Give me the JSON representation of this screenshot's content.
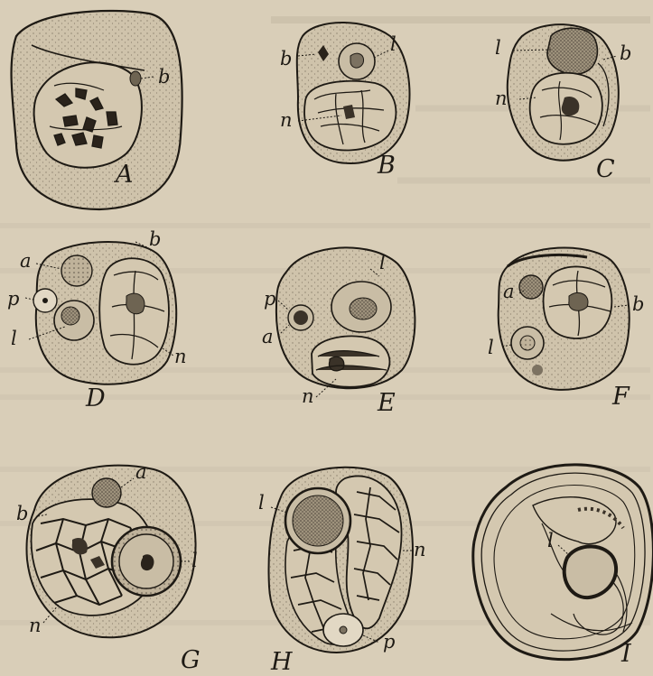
{
  "figure": {
    "panels": [
      {
        "id": "A",
        "caption": "A",
        "labels": [
          {
            "key": "b",
            "text": "b"
          }
        ]
      },
      {
        "id": "B",
        "caption": "B",
        "labels": [
          {
            "key": "b",
            "text": "b"
          },
          {
            "key": "l",
            "text": "l"
          },
          {
            "key": "n",
            "text": "n"
          }
        ]
      },
      {
        "id": "C",
        "caption": "C",
        "labels": [
          {
            "key": "l",
            "text": "l"
          },
          {
            "key": "b",
            "text": "b"
          },
          {
            "key": "n",
            "text": "n"
          }
        ]
      },
      {
        "id": "D",
        "caption": "D",
        "labels": [
          {
            "key": "a",
            "text": "a"
          },
          {
            "key": "b",
            "text": "b"
          },
          {
            "key": "p",
            "text": "p"
          },
          {
            "key": "l",
            "text": "l"
          },
          {
            "key": "n",
            "text": "n"
          }
        ]
      },
      {
        "id": "E",
        "caption": "E",
        "labels": [
          {
            "key": "l",
            "text": "l"
          },
          {
            "key": "p",
            "text": "p"
          },
          {
            "key": "a",
            "text": "a"
          },
          {
            "key": "n",
            "text": "n"
          }
        ]
      },
      {
        "id": "F",
        "caption": "F",
        "labels": [
          {
            "key": "a",
            "text": "a"
          },
          {
            "key": "b",
            "text": "b"
          },
          {
            "key": "l",
            "text": "l"
          }
        ]
      },
      {
        "id": "G",
        "caption": "G",
        "labels": [
          {
            "key": "a",
            "text": "a"
          },
          {
            "key": "b",
            "text": "b"
          },
          {
            "key": "l",
            "text": "l"
          },
          {
            "key": "n",
            "text": "n"
          }
        ]
      },
      {
        "id": "H",
        "caption": "H",
        "labels": [
          {
            "key": "l",
            "text": "l"
          },
          {
            "key": "n",
            "text": "n"
          },
          {
            "key": "p",
            "text": "p"
          }
        ]
      },
      {
        "id": "I",
        "caption": "I",
        "labels": [
          {
            "key": "l",
            "text": "l"
          }
        ]
      }
    ]
  },
  "colors": {
    "paper": "#d9ceb8",
    "ink": "#1e1a14",
    "cell_fill": "#cfc3ab",
    "stipple": "#8a7f6c"
  }
}
